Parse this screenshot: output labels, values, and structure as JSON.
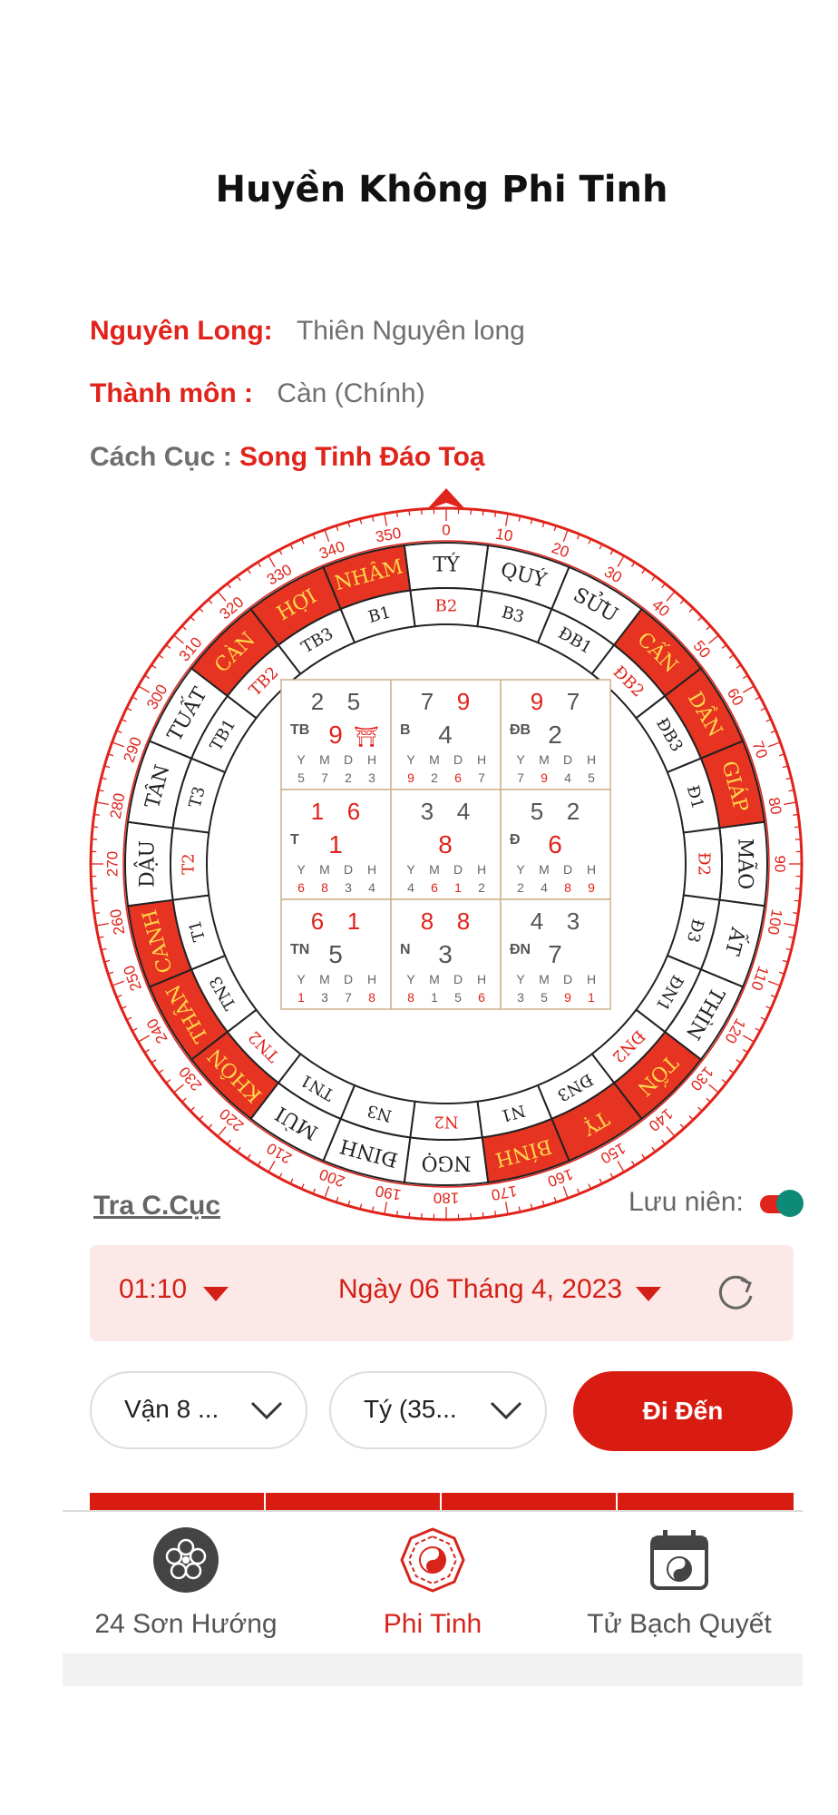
{
  "header": {
    "title": "Huyền Không Phi Tinh"
  },
  "info": {
    "nguyen_long_label": "Nguyên Long:",
    "nguyen_long_value": "Thiên Nguyên long",
    "thanh_mon_label": "Thành môn :",
    "thanh_mon_value": "Càn (Chính)",
    "cach_cuc_label": "Cách Cục :",
    "cach_cuc_value": "Song Tinh Đáo Toạ"
  },
  "compass": {
    "degree_ticks": [
      "0",
      "10",
      "20",
      "30",
      "40",
      "50",
      "60",
      "70",
      "80",
      "90",
      "100",
      "110",
      "120",
      "130",
      "140",
      "150",
      "160",
      "170",
      "180",
      "190",
      "200",
      "210",
      "220",
      "230",
      "240",
      "250",
      "260",
      "270",
      "280",
      "290",
      "300",
      "310",
      "320",
      "330",
      "340",
      "350"
    ],
    "mountains": [
      {
        "name": "TÝ",
        "highlight": false
      },
      {
        "name": "QUÝ",
        "highlight": false
      },
      {
        "name": "SỬU",
        "highlight": false
      },
      {
        "name": "CẤN",
        "highlight": true
      },
      {
        "name": "DẦN",
        "highlight": true
      },
      {
        "name": "GIÁP",
        "highlight": true
      },
      {
        "name": "MÃO",
        "highlight": false
      },
      {
        "name": "ẤT",
        "highlight": false
      },
      {
        "name": "THÌN",
        "highlight": false
      },
      {
        "name": "TỐN",
        "highlight": true
      },
      {
        "name": "TỴ",
        "highlight": true
      },
      {
        "name": "BÍNH",
        "highlight": true
      },
      {
        "name": "NGỌ",
        "highlight": false
      },
      {
        "name": "ĐINH",
        "highlight": false
      },
      {
        "name": "MÙI",
        "highlight": false
      },
      {
        "name": "KHÔN",
        "highlight": true
      },
      {
        "name": "THÂN",
        "highlight": true
      },
      {
        "name": "CANH",
        "highlight": true
      },
      {
        "name": "DẬU",
        "highlight": false
      },
      {
        "name": "TÂN",
        "highlight": false
      },
      {
        "name": "TUẤT",
        "highlight": false
      },
      {
        "name": "CÀN",
        "highlight": true
      },
      {
        "name": "HỢI",
        "highlight": true
      },
      {
        "name": "NHÂM",
        "highlight": true
      }
    ],
    "sectors": [
      {
        "name": "B2",
        "red": true
      },
      {
        "name": "B3",
        "red": false
      },
      {
        "name": "ĐB1",
        "red": false
      },
      {
        "name": "ĐB2",
        "red": true
      },
      {
        "name": "ĐB3",
        "red": false
      },
      {
        "name": "Đ1",
        "red": false
      },
      {
        "name": "Đ2",
        "red": true
      },
      {
        "name": "Đ3",
        "red": false
      },
      {
        "name": "ĐN1",
        "red": false
      },
      {
        "name": "ĐN2",
        "red": true
      },
      {
        "name": "ĐN3",
        "red": false
      },
      {
        "name": "N1",
        "red": false
      },
      {
        "name": "N2",
        "red": true
      },
      {
        "name": "N3",
        "red": false
      },
      {
        "name": "TN1",
        "red": false
      },
      {
        "name": "TN2",
        "red": true
      },
      {
        "name": "TN3",
        "red": false
      },
      {
        "name": "T1",
        "red": false
      },
      {
        "name": "T2",
        "red": true
      },
      {
        "name": "T3",
        "red": false
      },
      {
        "name": "TB1",
        "red": false
      },
      {
        "name": "TB2",
        "red": true
      },
      {
        "name": "TB3",
        "red": false
      },
      {
        "name": "B1",
        "red": false
      }
    ],
    "grid": [
      {
        "dir": "TB",
        "top_left": "2",
        "top_left_red": false,
        "top_right": "5",
        "top_right_red": false,
        "center": "9",
        "center_red": true,
        "extra": "⛩",
        "small": [
          "5",
          "7",
          "2",
          "3"
        ],
        "small_red": [
          false,
          false,
          false,
          false
        ]
      },
      {
        "dir": "B",
        "top_left": "7",
        "top_left_red": false,
        "top_right": "9",
        "top_right_red": true,
        "center": "4",
        "center_red": false,
        "extra": "",
        "small": [
          "9",
          "2",
          "6",
          "7"
        ],
        "small_red": [
          true,
          false,
          true,
          false
        ]
      },
      {
        "dir": "ĐB",
        "top_left": "9",
        "top_left_red": true,
        "top_right": "7",
        "top_right_red": false,
        "center": "2",
        "center_red": false,
        "extra": "",
        "small": [
          "7",
          "9",
          "4",
          "5"
        ],
        "small_red": [
          false,
          true,
          false,
          false
        ]
      },
      {
        "dir": "T",
        "top_left": "1",
        "top_left_red": true,
        "top_right": "6",
        "top_right_red": true,
        "center": "1",
        "center_red": true,
        "extra": "",
        "small": [
          "6",
          "8",
          "3",
          "4"
        ],
        "small_red": [
          true,
          true,
          false,
          false
        ]
      },
      {
        "dir": "",
        "top_left": "3",
        "top_left_red": false,
        "top_right": "4",
        "top_right_red": false,
        "center": "8",
        "center_red": true,
        "extra": "",
        "small": [
          "4",
          "6",
          "1",
          "2"
        ],
        "small_red": [
          false,
          true,
          true,
          false
        ]
      },
      {
        "dir": "Đ",
        "top_left": "5",
        "top_left_red": false,
        "top_right": "2",
        "top_right_red": false,
        "center": "6",
        "center_red": true,
        "extra": "",
        "small": [
          "2",
          "4",
          "8",
          "9"
        ],
        "small_red": [
          false,
          false,
          true,
          true
        ]
      },
      {
        "dir": "TN",
        "top_left": "6",
        "top_left_red": true,
        "top_right": "1",
        "top_right_red": true,
        "center": "5",
        "center_red": false,
        "extra": "",
        "small": [
          "1",
          "3",
          "7",
          "8"
        ],
        "small_red": [
          true,
          false,
          false,
          true
        ]
      },
      {
        "dir": "N",
        "top_left": "8",
        "top_left_red": true,
        "top_right": "8",
        "top_right_red": true,
        "center": "3",
        "center_red": false,
        "extra": "",
        "small": [
          "8",
          "1",
          "5",
          "6"
        ],
        "small_red": [
          true,
          false,
          false,
          true
        ]
      },
      {
        "dir": "ĐN",
        "top_left": "4",
        "top_left_red": false,
        "top_right": "3",
        "top_right_red": false,
        "center": "7",
        "center_red": false,
        "extra": "",
        "small": [
          "3",
          "5",
          "9",
          "1"
        ],
        "small_red": [
          false,
          false,
          true,
          true
        ]
      }
    ],
    "cell_headers": [
      "Y",
      "M",
      "D",
      "H"
    ]
  },
  "controls": {
    "tra_label": "Tra C.Cục",
    "luu_nien_label": "Lưu niên:",
    "time": "01:10",
    "date": "Ngày 06 Tháng 4, 2023",
    "van_select": "Vận 8 ...",
    "son_select": "Tý (35...",
    "go_button": "Đi Đến"
  },
  "nav": {
    "items": [
      {
        "label": "24 Sơn Hướng"
      },
      {
        "label": "Phi Tinh"
      },
      {
        "label": "Tử Bạch Quyết"
      }
    ]
  },
  "colors": {
    "accent": "#d91c12",
    "highlight": "#e63322",
    "gold": "#ffd84a",
    "grid_border": "#cdb18a"
  }
}
